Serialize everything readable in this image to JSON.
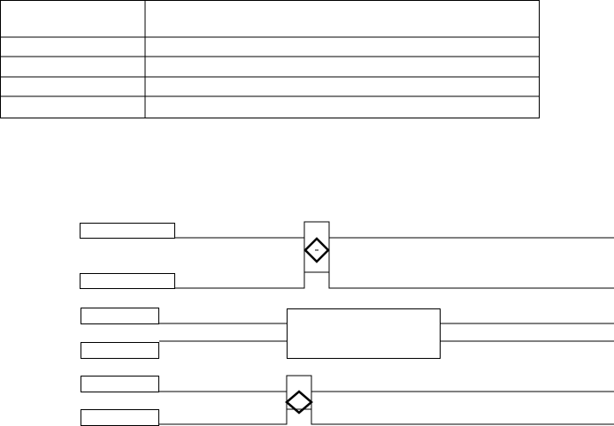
{
  "table": {
    "columns": 2,
    "header_row": [
      "",
      ""
    ],
    "rows": [
      [
        "",
        ""
      ],
      [
        "",
        ""
      ],
      [
        "",
        ""
      ],
      [
        "",
        ""
      ]
    ]
  },
  "diagram": {
    "top_group": {
      "inputs": [
        "",
        ""
      ],
      "gate_symbol": "diamond-minus"
    },
    "middle_group": {
      "inputs": [
        "",
        ""
      ]
    },
    "bottom_group": {
      "inputs": [
        "",
        ""
      ],
      "gate_symbol": "diamond"
    }
  },
  "colors": {
    "stroke": "#000000",
    "background": "#ffffff"
  }
}
